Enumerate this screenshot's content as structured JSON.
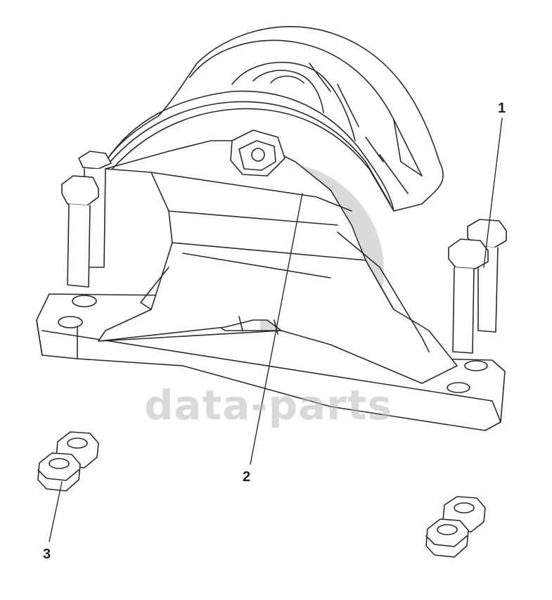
{
  "callouts": [
    {
      "id": "1",
      "label": "1",
      "part": "bolt"
    },
    {
      "id": "2",
      "label": "2",
      "part": "engine-mount-bracket"
    },
    {
      "id": "3",
      "label": "3",
      "part": "nut"
    }
  ],
  "watermark": {
    "text": "data-parts",
    "logo": "gp-logo",
    "color": "#b9b9b9"
  },
  "colors": {
    "line": "#2a2a2a",
    "background": "#ffffff"
  }
}
